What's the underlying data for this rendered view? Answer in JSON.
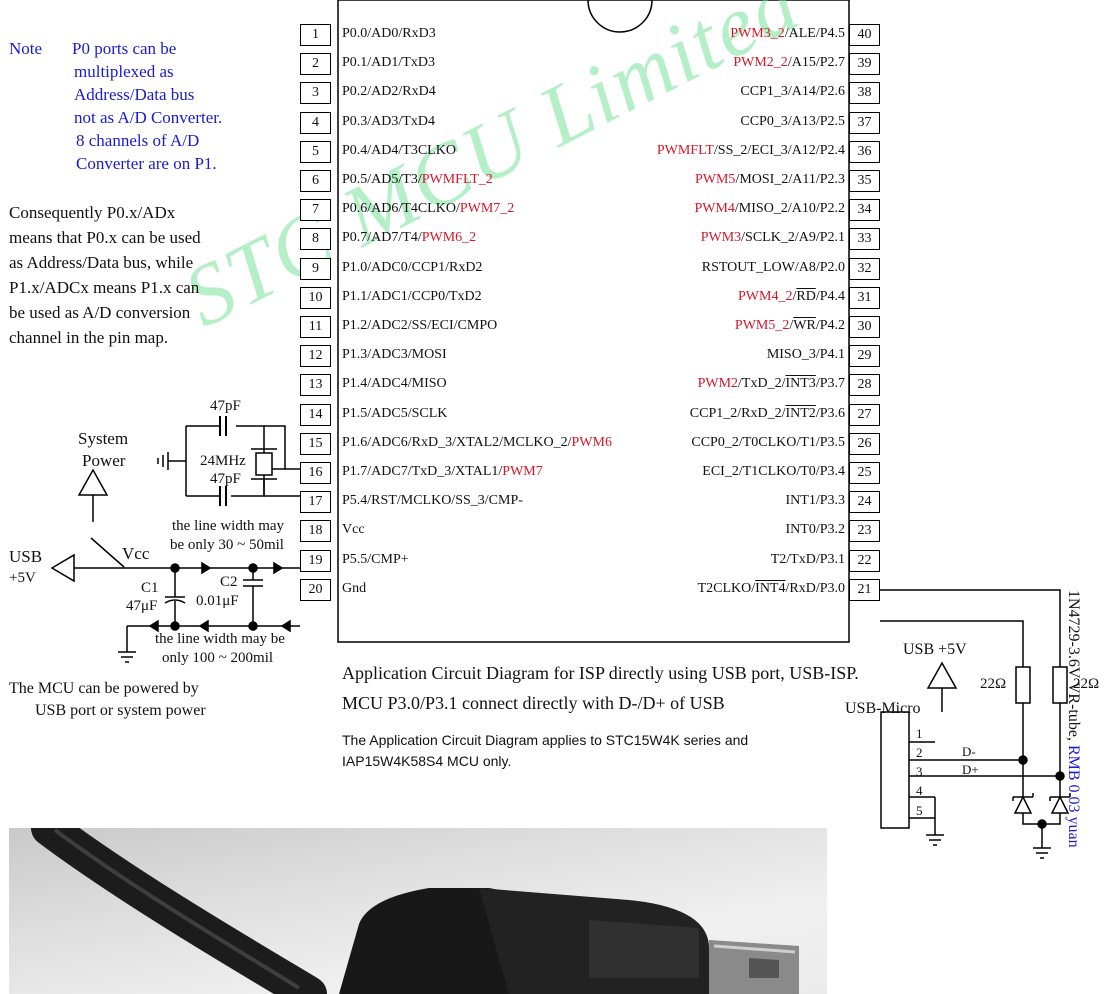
{
  "note": {
    "label": "Note",
    "lines": [
      "P0 ports can be",
      "multiplexed as",
      "Address/Data bus",
      "not as A/D Converter.",
      "8 channels of A/D",
      "Converter are on P1."
    ]
  },
  "explanation": {
    "lines": [
      "Consequently    P0.x/ADx",
      "means that P0.x can be used",
      "as Address/Data bus, while",
      "P1.x/ADCx means P1.x can",
      "be used as A/D conversion",
      "channel in the pin map."
    ]
  },
  "left_pins": [
    {
      "num": "1",
      "parts": [
        {
          "t": "P0.0/AD0/RxD3"
        }
      ]
    },
    {
      "num": "2",
      "parts": [
        {
          "t": "P0.1/AD1/TxD3"
        }
      ]
    },
    {
      "num": "3",
      "parts": [
        {
          "t": "P0.2/AD2/RxD4"
        }
      ]
    },
    {
      "num": "4",
      "parts": [
        {
          "t": "P0.3/AD3/TxD4"
        }
      ]
    },
    {
      "num": "5",
      "parts": [
        {
          "t": "P0.4/AD4/T3CLKO"
        }
      ]
    },
    {
      "num": "6",
      "parts": [
        {
          "t": "P0.5/AD5/T3/"
        },
        {
          "t": "PWMFLT_2",
          "c": "red"
        }
      ]
    },
    {
      "num": "7",
      "parts": [
        {
          "t": "P0.6/AD6/T4CLKO/"
        },
        {
          "t": "PWM7_2",
          "c": "red"
        }
      ]
    },
    {
      "num": "8",
      "parts": [
        {
          "t": "P0.7/AD7/T4/"
        },
        {
          "t": "PWM6_2",
          "c": "red"
        }
      ]
    },
    {
      "num": "9",
      "parts": [
        {
          "t": "P1.0/ADC0/CCP1/RxD2"
        }
      ]
    },
    {
      "num": "10",
      "parts": [
        {
          "t": "P1.1/ADC1/CCP0/TxD2"
        }
      ]
    },
    {
      "num": "11",
      "parts": [
        {
          "t": "P1.2/ADC2/SS/ECI/CMPO"
        }
      ]
    },
    {
      "num": "12",
      "parts": [
        {
          "t": "P1.3/ADC3/MOSI"
        }
      ]
    },
    {
      "num": "13",
      "parts": [
        {
          "t": "P1.4/ADC4/MISO"
        }
      ]
    },
    {
      "num": "14",
      "parts": [
        {
          "t": "P1.5/ADC5/SCLK"
        }
      ]
    },
    {
      "num": "15",
      "parts": [
        {
          "t": "P1.6/ADC6/RxD_3/XTAL2/MCLKO_2/"
        },
        {
          "t": "PWM6",
          "c": "red"
        }
      ]
    },
    {
      "num": "16",
      "parts": [
        {
          "t": "P1.7/ADC7/TxD_3/XTAL1/"
        },
        {
          "t": "PWM7",
          "c": "red"
        }
      ]
    },
    {
      "num": "17",
      "parts": [
        {
          "t": "P5.4/RST/MCLKO/SS_3/CMP-"
        }
      ]
    },
    {
      "num": "18",
      "parts": [
        {
          "t": "Vcc"
        }
      ]
    },
    {
      "num": "19",
      "parts": [
        {
          "t": "P5.5/CMP+"
        }
      ]
    },
    {
      "num": "20",
      "parts": [
        {
          "t": "Gnd"
        }
      ]
    }
  ],
  "right_pins": [
    {
      "num": "40",
      "parts": [
        {
          "t": "PWM3_2",
          "c": "red"
        },
        {
          "t": "/ALE/P4.5"
        }
      ]
    },
    {
      "num": "39",
      "parts": [
        {
          "t": "PWM2_2",
          "c": "red"
        },
        {
          "t": "/A15/P2.7"
        }
      ]
    },
    {
      "num": "38",
      "parts": [
        {
          "t": "CCP1_3/A14/P2.6"
        }
      ]
    },
    {
      "num": "37",
      "parts": [
        {
          "t": "CCP0_3/A13/P2.5"
        }
      ]
    },
    {
      "num": "36",
      "parts": [
        {
          "t": "PWMFLT",
          "c": "red"
        },
        {
          "t": "/SS_2/ECI_3/A12/P2.4"
        }
      ]
    },
    {
      "num": "35",
      "parts": [
        {
          "t": "PWM5",
          "c": "red"
        },
        {
          "t": "/MOSI_2/A11/P2.3"
        }
      ]
    },
    {
      "num": "34",
      "parts": [
        {
          "t": "PWM4",
          "c": "red"
        },
        {
          "t": "/MISO_2/A10/P2.2"
        }
      ]
    },
    {
      "num": "33",
      "parts": [
        {
          "t": "PWM3",
          "c": "red"
        },
        {
          "t": "/SCLK_2/A9/P2.1"
        }
      ]
    },
    {
      "num": "32",
      "parts": [
        {
          "t": "RSTOUT_LOW/A8/P2.0"
        }
      ]
    },
    {
      "num": "31",
      "parts": [
        {
          "t": "PWM4_2",
          "c": "red"
        },
        {
          "t": "/"
        },
        {
          "t": "RD",
          "c": "ol"
        },
        {
          "t": "/P4.4"
        }
      ]
    },
    {
      "num": "30",
      "parts": [
        {
          "t": "PWM5_2",
          "c": "red"
        },
        {
          "t": "/"
        },
        {
          "t": "WR",
          "c": "ol"
        },
        {
          "t": "/P4.2"
        }
      ]
    },
    {
      "num": "29",
      "parts": [
        {
          "t": "MISO_3/P4.1"
        }
      ]
    },
    {
      "num": "28",
      "parts": [
        {
          "t": "PWM2",
          "c": "red"
        },
        {
          "t": "/TxD_2/"
        },
        {
          "t": "INT3",
          "c": "ol"
        },
        {
          "t": "/P3.7"
        }
      ]
    },
    {
      "num": "27",
      "parts": [
        {
          "t": "CCP1_2/RxD_2/"
        },
        {
          "t": "INT2",
          "c": "ol"
        },
        {
          "t": "/P3.6"
        }
      ]
    },
    {
      "num": "26",
      "parts": [
        {
          "t": "CCP0_2/T0CLKO/T1/P3.5"
        }
      ]
    },
    {
      "num": "25",
      "parts": [
        {
          "t": "ECI_2/T1CLKO/T0/P3.4"
        }
      ]
    },
    {
      "num": "24",
      "parts": [
        {
          "t": "INT1/P3.3"
        }
      ]
    },
    {
      "num": "23",
      "parts": [
        {
          "t": "INT0/P3.2"
        }
      ]
    },
    {
      "num": "22",
      "parts": [
        {
          "t": "T2/TxD/P3.1"
        }
      ]
    },
    {
      "num": "21",
      "parts": [
        {
          "t": "T2CLKO/"
        },
        {
          "t": "INT4",
          "c": "ol"
        },
        {
          "t": "/RxD/P3.0"
        }
      ]
    }
  ],
  "components": {
    "cap_top": "47pF",
    "cap_bottom": "47pF",
    "crystal": "24MHz",
    "system_power": [
      "System",
      "Power"
    ],
    "usb_left": [
      "USB",
      "+5V"
    ],
    "vcc": "Vcc",
    "c1_name": "C1",
    "c1_value": "47μF",
    "c2_name": "C2",
    "c2_value": "0.01μF",
    "line_width_top": [
      "the line width may",
      "be only 30 ~ 50mil"
    ],
    "line_width_bottom": [
      "the line width may be",
      "only 100 ~ 200mil"
    ],
    "power_note": [
      "The MCU can be powered by",
      "USB port or system power"
    ]
  },
  "caption": [
    "Application Circuit Diagram for ISP directly using USB port, USB-ISP.",
    "MCU P3.0/P3.1 connect directly with D-/D+ of USB"
  ],
  "applies": [
    "The Application Circuit Diagram applies to STC15W4K series and",
    "IAP15W4K58S4 MCU only."
  ],
  "usb_right": {
    "supply": "USB +5V",
    "connector": "USB-Micro",
    "pins": [
      "1",
      "2",
      "3",
      "4",
      "5"
    ],
    "dminus": "D-",
    "dplus": "D+",
    "r1": "22Ω",
    "r2": "22Ω",
    "diode_note": "1N4729-3.6V VR-tube, ",
    "diode_price": "RMB 0.03 yuan"
  },
  "watermark": "STC MCU Limited"
}
